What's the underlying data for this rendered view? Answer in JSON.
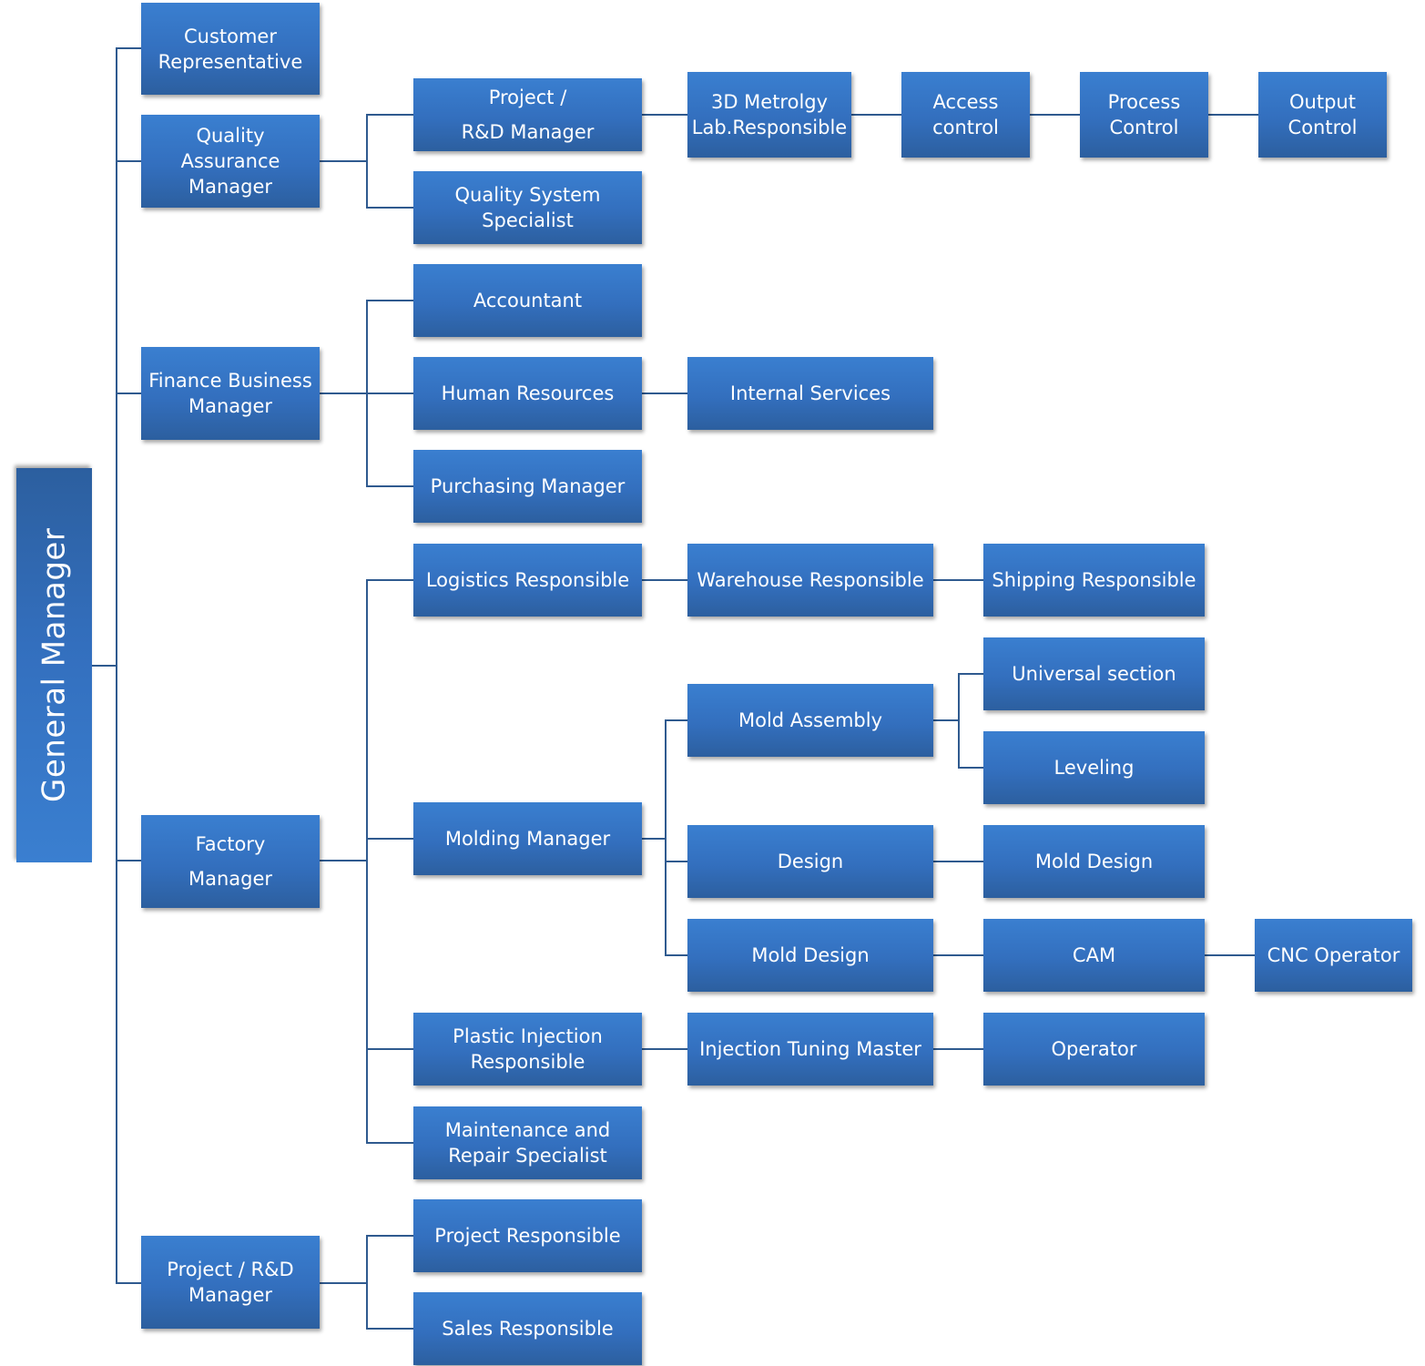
{
  "colors": {
    "box_top": "#3a7fd0",
    "box_bottom": "#2c5f9f",
    "connector": "#2f5a8f",
    "text": "#ffffff"
  },
  "nodes": {
    "general_manager": "General Manager",
    "customer_rep": "Customer\nRepresentative",
    "qa_manager": "Quality Assurance\nManager",
    "finance_manager": "Finance Business\nManager",
    "factory_manager": "Factory\nManager",
    "project_rd_manager": "Project / R&D\nManager",
    "qa_project_rd": "Project /\nR&D Manager",
    "qa_system_specialist": "Quality  System\nSpecialist",
    "metrology_lab": "3D Metrolgy\nLab.Responsible",
    "access_control": "Access\ncontrol",
    "process_control": "Process\nControl",
    "output_control": "Output\nControl",
    "accountant": "Accountant",
    "human_resources": "Human Resources",
    "internal_services": "Internal Services",
    "purchasing_manager": "Purchasing Manager",
    "logistics": "Logistics Responsible",
    "warehouse": "Warehouse Responsible",
    "shipping": "Shipping Responsible",
    "molding_manager": "Molding Manager",
    "mold_assembly": "Mold Assembly",
    "universal_section": "Universal section",
    "leveling": "Leveling",
    "design": "Design",
    "mold_design_a": "Mold Design",
    "mold_design_b": "Mold Design",
    "cam": "CAM",
    "cnc_operator": "CNC Operator",
    "plastic_injection": "Plastic Injection\nResponsible",
    "injection_tuning": "Injection Tuning Master",
    "operator": "Operator",
    "maintenance": "Maintenance and\nRepair Specialist",
    "project_responsible": "Project  Responsible",
    "sales_responsible": "Sales Responsible"
  }
}
